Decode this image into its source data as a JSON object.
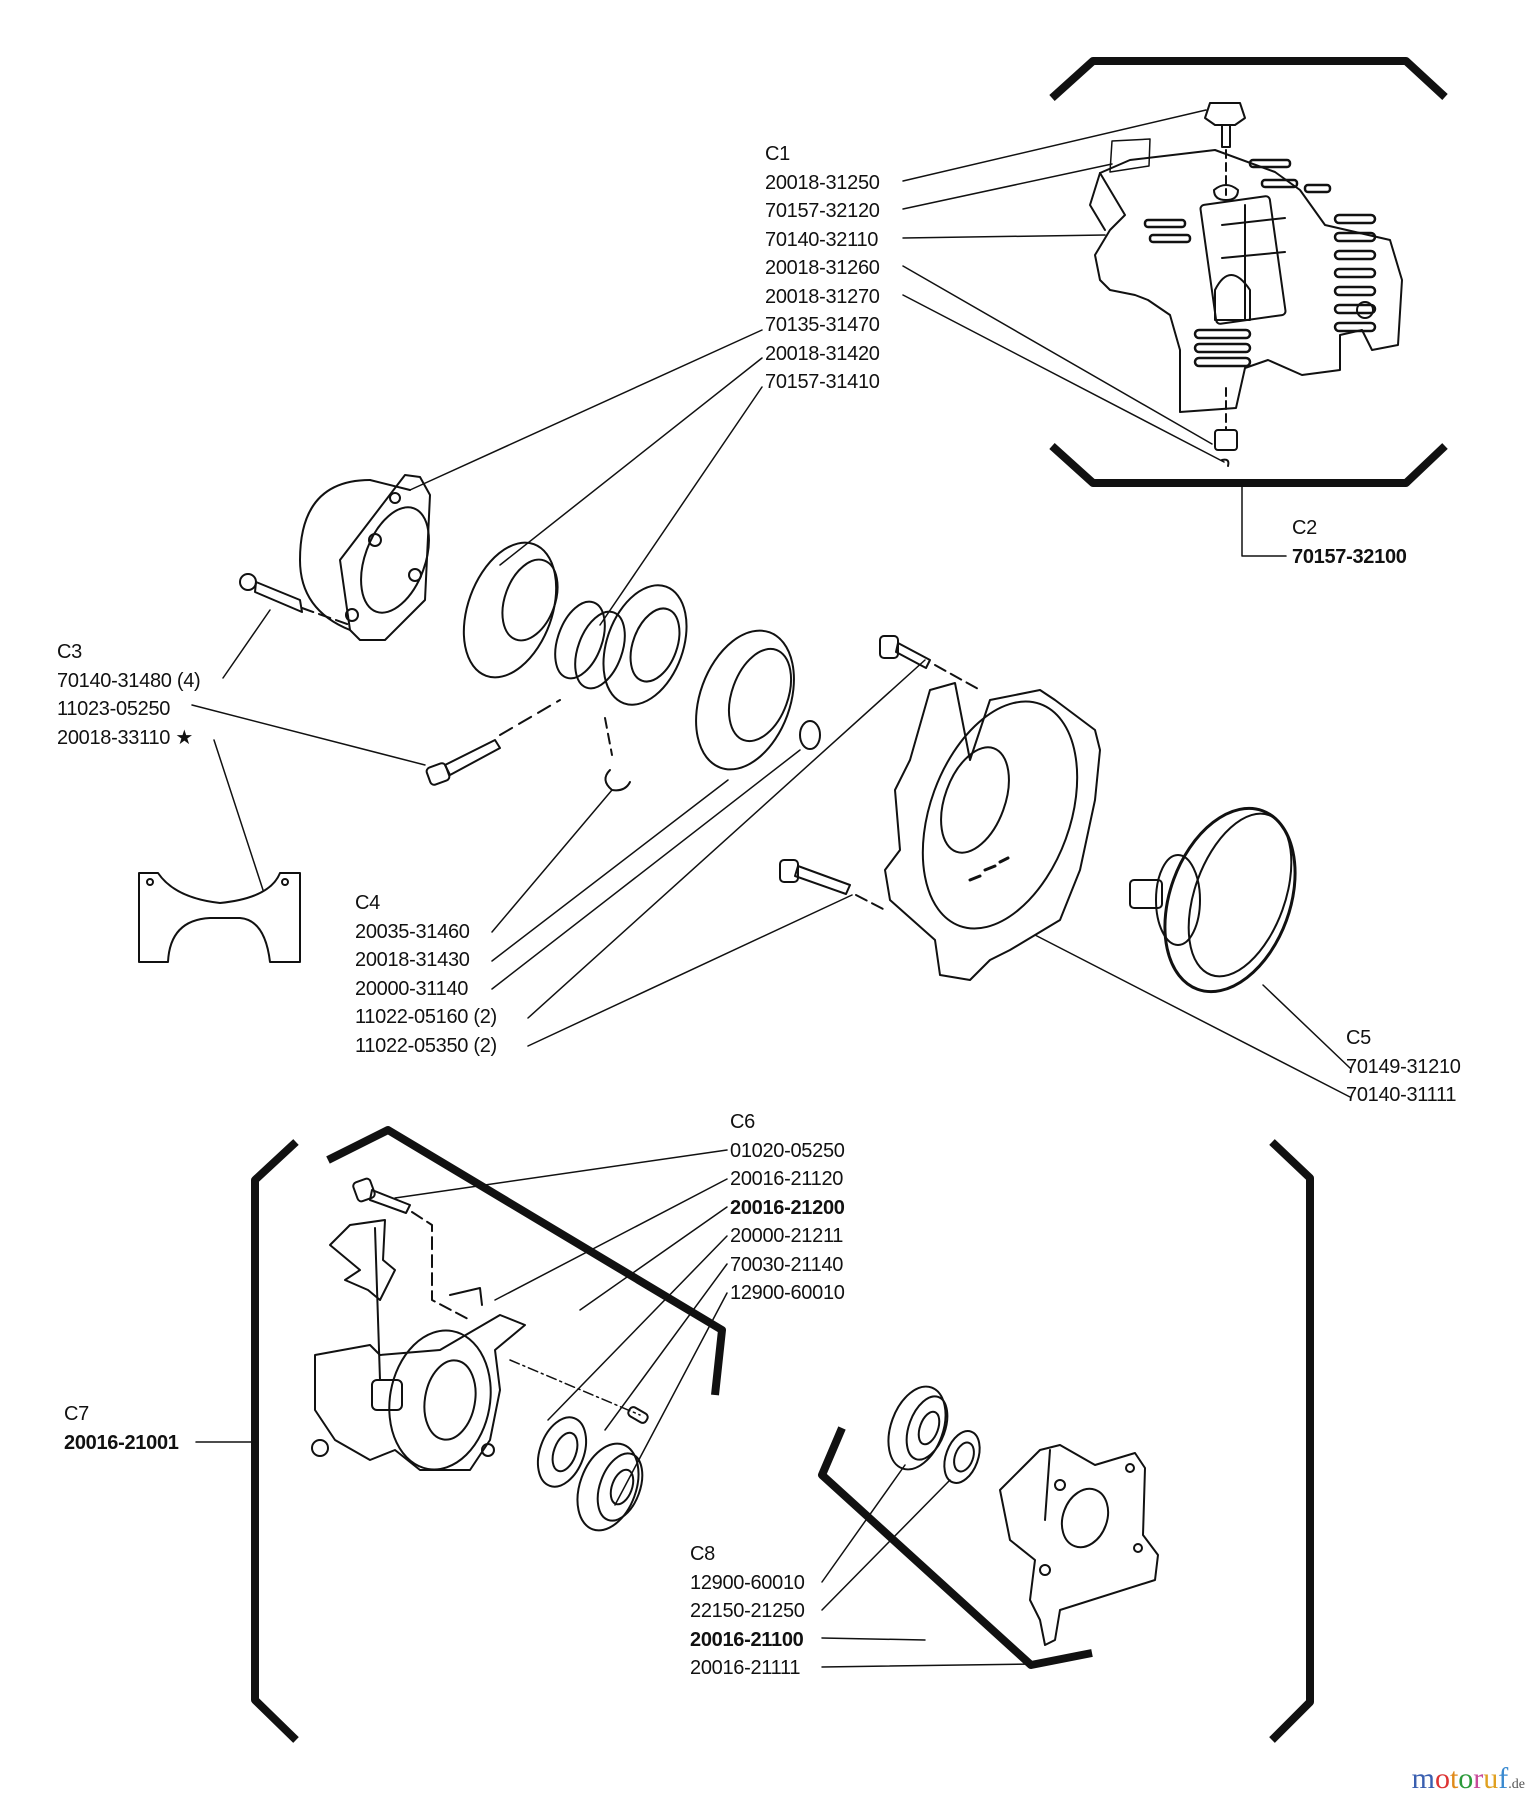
{
  "groups": [
    {
      "id": "C1",
      "parts": [
        {
          "no": "20018-31250",
          "bold": false
        },
        {
          "no": "70157-32120",
          "bold": false
        },
        {
          "no": "70140-32110",
          "bold": false
        },
        {
          "no": "20018-31260",
          "bold": false
        },
        {
          "no": "20018-31270",
          "bold": false
        },
        {
          "no": "70135-31470",
          "bold": false
        },
        {
          "no": "20018-31420",
          "bold": false
        },
        {
          "no": "70157-31410",
          "bold": false
        }
      ]
    },
    {
      "id": "C2",
      "parts": [
        {
          "no": "70157-32100",
          "bold": true
        }
      ]
    },
    {
      "id": "C3",
      "parts": [
        {
          "no": "70140-31480 (4)",
          "bold": false
        },
        {
          "no": "11023-05250",
          "bold": false
        },
        {
          "no": "20018-33110 ★",
          "bold": false
        }
      ]
    },
    {
      "id": "C4",
      "parts": [
        {
          "no": "20035-31460",
          "bold": false
        },
        {
          "no": "20018-31430",
          "bold": false
        },
        {
          "no": "20000-31140",
          "bold": false
        },
        {
          "no": "11022-05160 (2)",
          "bold": false
        },
        {
          "no": "11022-05350 (2)",
          "bold": false
        }
      ]
    },
    {
      "id": "C5",
      "parts": [
        {
          "no": "70149-31210",
          "bold": false
        },
        {
          "no": "70140-31111",
          "bold": false
        }
      ]
    },
    {
      "id": "C6",
      "parts": [
        {
          "no": "01020-05250",
          "bold": false
        },
        {
          "no": "20016-21120",
          "bold": false
        },
        {
          "no": "20016-21200",
          "bold": true
        },
        {
          "no": "20000-21211",
          "bold": false
        },
        {
          "no": "70030-21140",
          "bold": false
        },
        {
          "no": "12900-60010",
          "bold": false
        }
      ]
    },
    {
      "id": "C7",
      "parts": [
        {
          "no": "20016-21001",
          "bold": true
        }
      ]
    },
    {
      "id": "C8",
      "parts": [
        {
          "no": "12900-60010",
          "bold": false
        },
        {
          "no": "22150-21250",
          "bold": false
        },
        {
          "no": "20016-21100",
          "bold": true
        },
        {
          "no": "20016-21111",
          "bold": false
        }
      ]
    }
  ],
  "watermark": {
    "letters": [
      "m",
      "o",
      "t",
      "o",
      "r",
      "u",
      "f"
    ],
    "colors": [
      "#3a5fb0",
      "#d33",
      "#e08a1a",
      "#2b9a3a",
      "#c84b9a",
      "#e0a020",
      "#3a8ad0"
    ],
    "suffix": ".de"
  },
  "ink_color": "#111111"
}
